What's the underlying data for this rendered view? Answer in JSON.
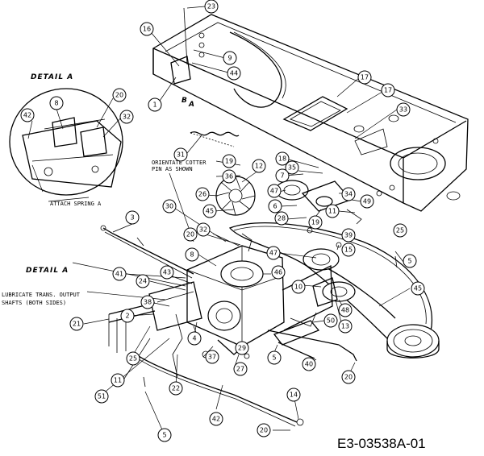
{
  "callouts": [
    {
      "id": "c23",
      "label": "23"
    },
    {
      "id": "c16",
      "label": "16"
    },
    {
      "id": "c9",
      "label": "9"
    },
    {
      "id": "c44",
      "label": "44"
    },
    {
      "id": "c1",
      "label": "1"
    },
    {
      "id": "c17a",
      "label": "17"
    },
    {
      "id": "c17b",
      "label": "17"
    },
    {
      "id": "c33",
      "label": "33"
    },
    {
      "id": "c42a",
      "label": "42"
    },
    {
      "id": "c8a",
      "label": "8"
    },
    {
      "id": "c20a",
      "label": "20"
    },
    {
      "id": "c32a",
      "label": "32"
    },
    {
      "id": "c31",
      "label": "31"
    },
    {
      "id": "c19a",
      "label": "19"
    },
    {
      "id": "c36",
      "label": "36"
    },
    {
      "id": "c12",
      "label": "12"
    },
    {
      "id": "c18",
      "label": "18"
    },
    {
      "id": "c35",
      "label": "35"
    },
    {
      "id": "c7",
      "label": "7"
    },
    {
      "id": "c47a",
      "label": "47"
    },
    {
      "id": "c34",
      "label": "34"
    },
    {
      "id": "c49",
      "label": "49"
    },
    {
      "id": "c26",
      "label": "26"
    },
    {
      "id": "c30",
      "label": "30"
    },
    {
      "id": "c45a",
      "label": "45"
    },
    {
      "id": "c6",
      "label": "6"
    },
    {
      "id": "c28",
      "label": "28"
    },
    {
      "id": "c19b",
      "label": "19"
    },
    {
      "id": "c11a",
      "label": "11"
    },
    {
      "id": "c25a",
      "label": "25"
    },
    {
      "id": "c39",
      "label": "39"
    },
    {
      "id": "c3",
      "label": "3"
    },
    {
      "id": "c32b",
      "label": "32"
    },
    {
      "id": "c20b",
      "label": "20"
    },
    {
      "id": "c15",
      "label": "15"
    },
    {
      "id": "c5a",
      "label": "5"
    },
    {
      "id": "c47b",
      "label": "47"
    },
    {
      "id": "c8b",
      "label": "8"
    },
    {
      "id": "c41",
      "label": "41"
    },
    {
      "id": "c43",
      "label": "43"
    },
    {
      "id": "c24",
      "label": "24"
    },
    {
      "id": "c46",
      "label": "46"
    },
    {
      "id": "c10",
      "label": "10"
    },
    {
      "id": "c45b",
      "label": "45"
    },
    {
      "id": "c38",
      "label": "38"
    },
    {
      "id": "c2",
      "label": "2"
    },
    {
      "id": "c21",
      "label": "21"
    },
    {
      "id": "c48",
      "label": "48"
    },
    {
      "id": "c13",
      "label": "13"
    },
    {
      "id": "c50",
      "label": "50"
    },
    {
      "id": "c25b",
      "label": "25"
    },
    {
      "id": "c4",
      "label": "4"
    },
    {
      "id": "c37",
      "label": "37"
    },
    {
      "id": "c29",
      "label": "29"
    },
    {
      "id": "c5b",
      "label": "5"
    },
    {
      "id": "c40",
      "label": "40"
    },
    {
      "id": "c20c",
      "label": "20"
    },
    {
      "id": "c11b",
      "label": "11"
    },
    {
      "id": "c22",
      "label": "22"
    },
    {
      "id": "c27",
      "label": "27"
    },
    {
      "id": "c51",
      "label": "51"
    },
    {
      "id": "c14",
      "label": "14"
    },
    {
      "id": "c42b",
      "label": "42"
    },
    {
      "id": "c20d",
      "label": "20"
    },
    {
      "id": "c5c",
      "label": "5"
    }
  ],
  "notes": {
    "detail_a_top": "DETAIL A",
    "detail_a_mid": "DETAIL A",
    "attach_spring": "ATTACH SPRING A",
    "orientate_line1": "ORIENTATE COTTER",
    "orientate_line2": "PIN AS SHOWN",
    "lubricate_line1": "LUBRICATE TRANS. OUTPUT",
    "lubricate_line2": "SHAFTS (BOTH SIDES)",
    "label_b": "B",
    "label_a": "A"
  },
  "diagram_code": "E3-03538A-01"
}
